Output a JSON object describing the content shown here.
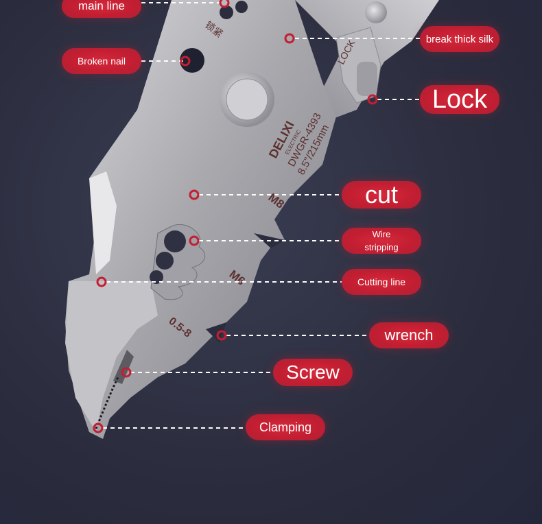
{
  "labels": {
    "main_line": "main line",
    "broken_nail": "Broken nail",
    "break_thick_silk": "break thick silk",
    "lock": "Lock",
    "cut": "cut",
    "wire_stripping_1": "Wire",
    "wire_stripping_2": "stripping",
    "cutting_line": "Cutting line",
    "wrench": "wrench",
    "screw": "Screw",
    "clamping": "Clamping"
  },
  "tool_markings": {
    "brand": "DELIXI",
    "brand_sub": "ELECTRIC",
    "model": "DWGR-4393",
    "size": "8.5\"/215mm",
    "m8": "M8",
    "m6": "M6",
    "range": "0.5-8",
    "cn_mark": "锁紧",
    "lock_mark": "LOCK"
  },
  "colors": {
    "background": "#2b2d3e",
    "label_red": "#c41e32",
    "metal": "#b9b9bd",
    "dash_line": "#ffffff"
  }
}
